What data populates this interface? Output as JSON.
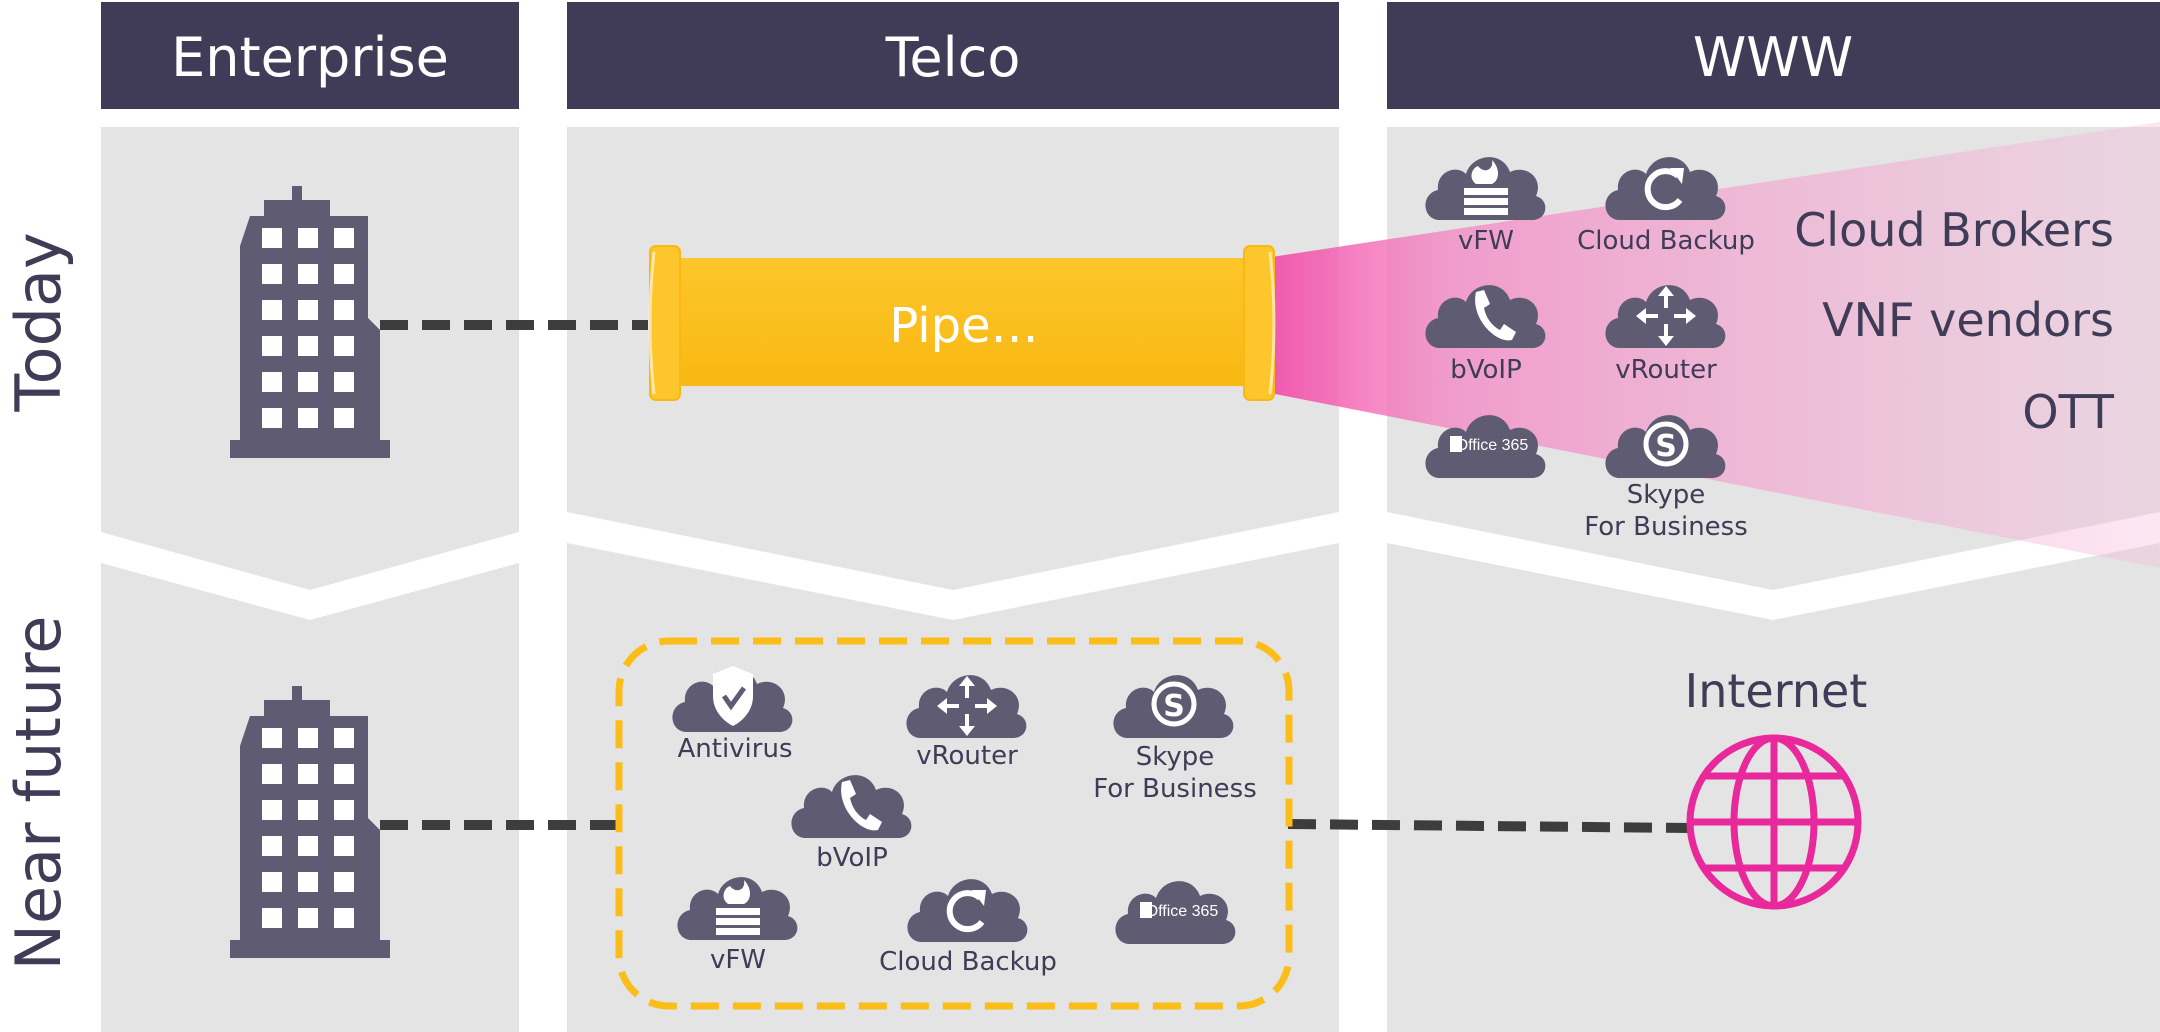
{
  "columns": {
    "enterprise": "Enterprise",
    "telco": "Telco",
    "www": "WWW"
  },
  "rows": {
    "today": "Today",
    "near_future": "Near future"
  },
  "today": {
    "pipe_label": "Pipe…",
    "www_services": {
      "vfw": "vFW",
      "cloud_backup": "Cloud Backup",
      "bvoip": "bVoIP",
      "vrouter": "vRouter",
      "office365": "Office 365",
      "skype_line1": "Skype",
      "skype_line2": "For Business"
    },
    "players": [
      "Cloud Brokers",
      "VNF vendors",
      "OTT"
    ]
  },
  "near_future": {
    "telco_services": {
      "antivirus": "Antivirus",
      "vrouter": "vRouter",
      "skype_line1": "Skype",
      "skype_line2": "For Business",
      "bvoip": "bVoIP",
      "vfw": "vFW",
      "cloud_backup": "Cloud Backup",
      "office365": "Office 365"
    },
    "internet_label": "Internet"
  },
  "colors": {
    "header": "#403c58",
    "panel": "#e4e4e4",
    "icon": "#5f5b72",
    "pipe": "#fbbd19",
    "beam": "#f24faa",
    "globe": "#e8289b",
    "connector": "#3d3d3b"
  }
}
